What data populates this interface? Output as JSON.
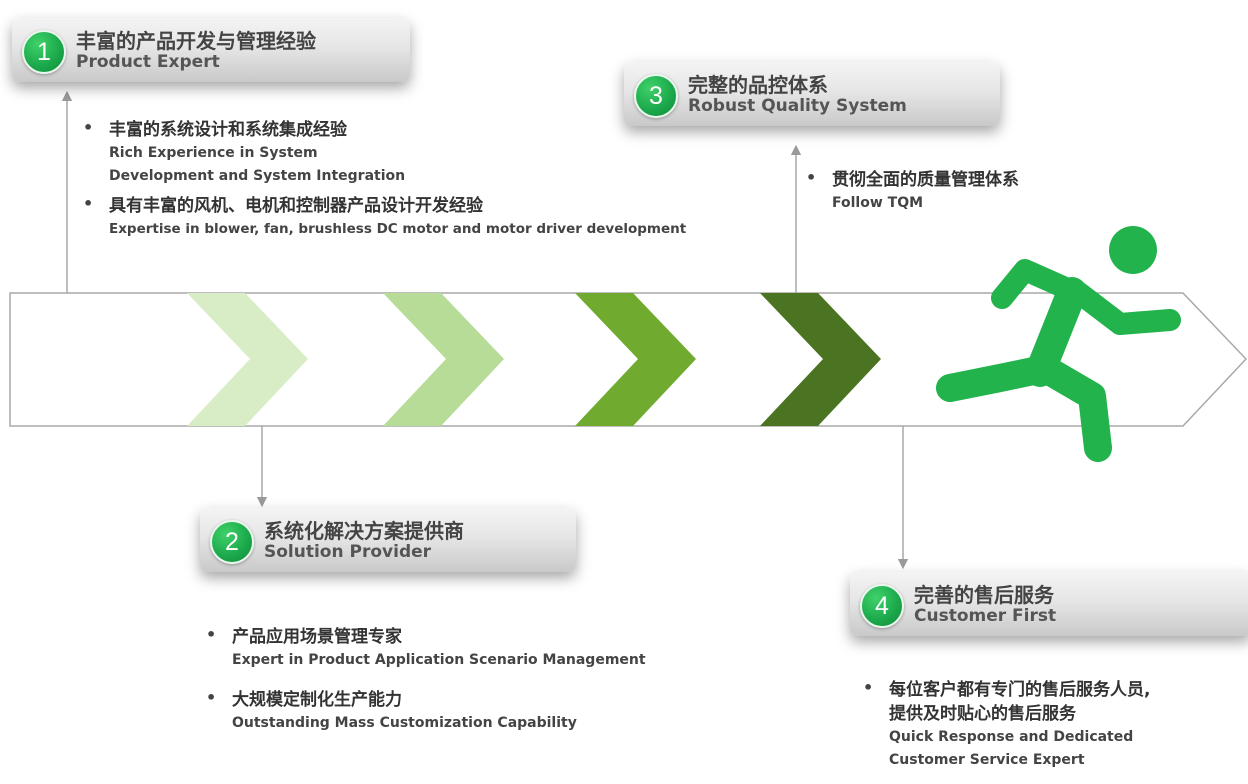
{
  "colors": {
    "badge": "#1aa74a",
    "runner": "#22b34c",
    "chevrons": [
      "#d8edc6",
      "#b7dc98",
      "#70ab2f",
      "#4a7422"
    ],
    "connector": "#9a9a9a"
  },
  "icons": {
    "runner": "running-man-icon"
  },
  "cards": [
    {
      "number": "1",
      "title": "丰富的产品开发与管理经验",
      "subtitle": "Product Expert",
      "bullets": [
        {
          "zh": "丰富的系统设计和系统集成经验",
          "en": [
            "Rich Experience in System",
            "Development and System Integration"
          ]
        },
        {
          "zh": "具有丰富的风机、电机和控制器产品设计开发经验",
          "en": [
            "Expertise in blower, fan, brushless DC motor and motor driver development"
          ]
        }
      ]
    },
    {
      "number": "2",
      "title": "系统化解决方案提供商",
      "subtitle": "Solution Provider",
      "bullets": [
        {
          "zh": "产品应用场景管理专家",
          "en": [
            "Expert in Product Application Scenario Management"
          ]
        },
        {
          "zh": "大规模定制化生产能力",
          "en": [
            "Outstanding Mass Customization Capability"
          ]
        }
      ]
    },
    {
      "number": "3",
      "title": "完整的品控体系",
      "subtitle": "Robust Quality System",
      "bullets": [
        {
          "zh": "贯彻全面的质量管理体系",
          "en": [
            "Follow TQM"
          ]
        }
      ]
    },
    {
      "number": "4",
      "title": "完善的售后服务",
      "subtitle": "Customer First",
      "bullets": [
        {
          "zh": "每位客户都有专门的售后服务人员,",
          "zh2": "提供及时贴心的售后服务",
          "en": [
            "Quick Response and Dedicated",
            "Customer Service Expert"
          ]
        }
      ]
    }
  ]
}
